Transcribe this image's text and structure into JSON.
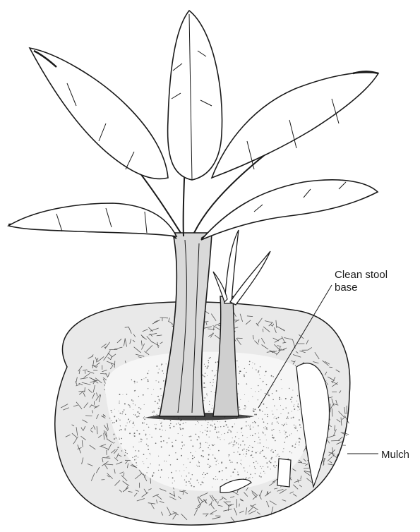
{
  "diagram": {
    "labels": {
      "clean_stool_base_line1": "Clean stool",
      "clean_stool_base_line2": "base",
      "mulch": "Mulch"
    },
    "colors": {
      "ink": "#1a1a1a",
      "paper": "#ffffff"
    }
  }
}
